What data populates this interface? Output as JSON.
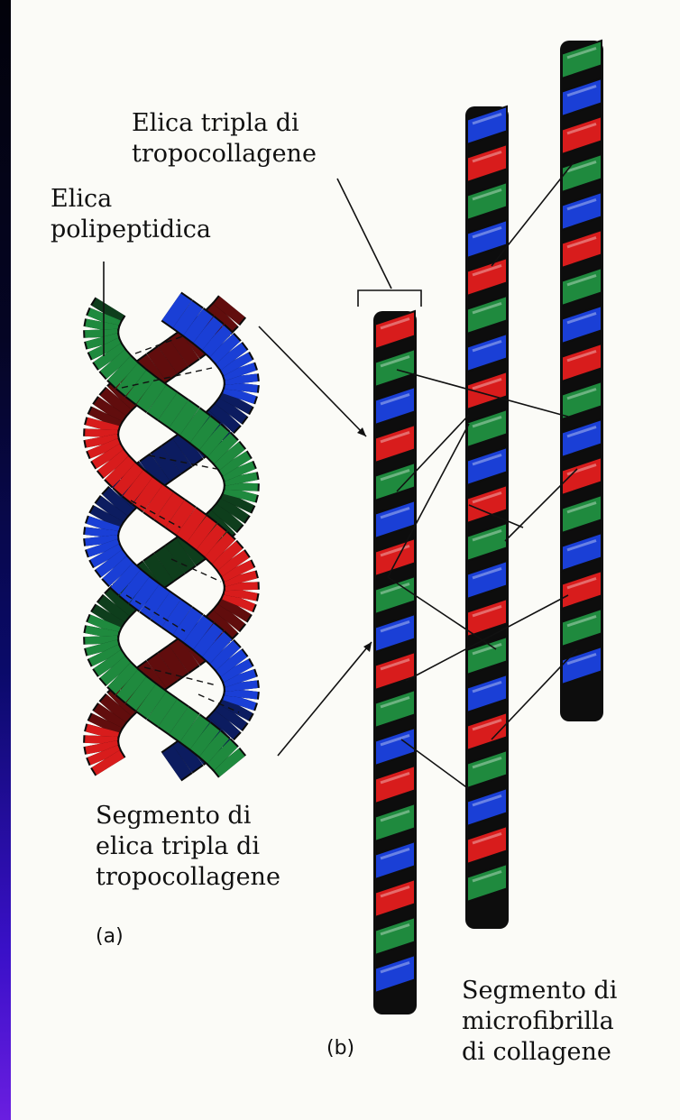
{
  "labels": {
    "elica_tripla": [
      "Elica tripla di",
      "tropocollagene"
    ],
    "elica_polipeptidica": [
      "Elica",
      "polipeptidica"
    ],
    "segmento_elica": [
      "Segmento di",
      "elica tripla di",
      "tropocollagene"
    ],
    "segmento_microfibrilla": [
      "Segmento di",
      "microfibrilla",
      "di collagene"
    ]
  },
  "panel_tags": {
    "a": "(a)",
    "b": "(b)"
  },
  "colors": {
    "red": "#d81c1c",
    "green": "#1f8a3e",
    "blue": "#1a3fd6",
    "dark": "#102a18",
    "background_top": "#02020a",
    "background_bottom": "#6a1ee0",
    "paper": "#fbfbf7"
  }
}
